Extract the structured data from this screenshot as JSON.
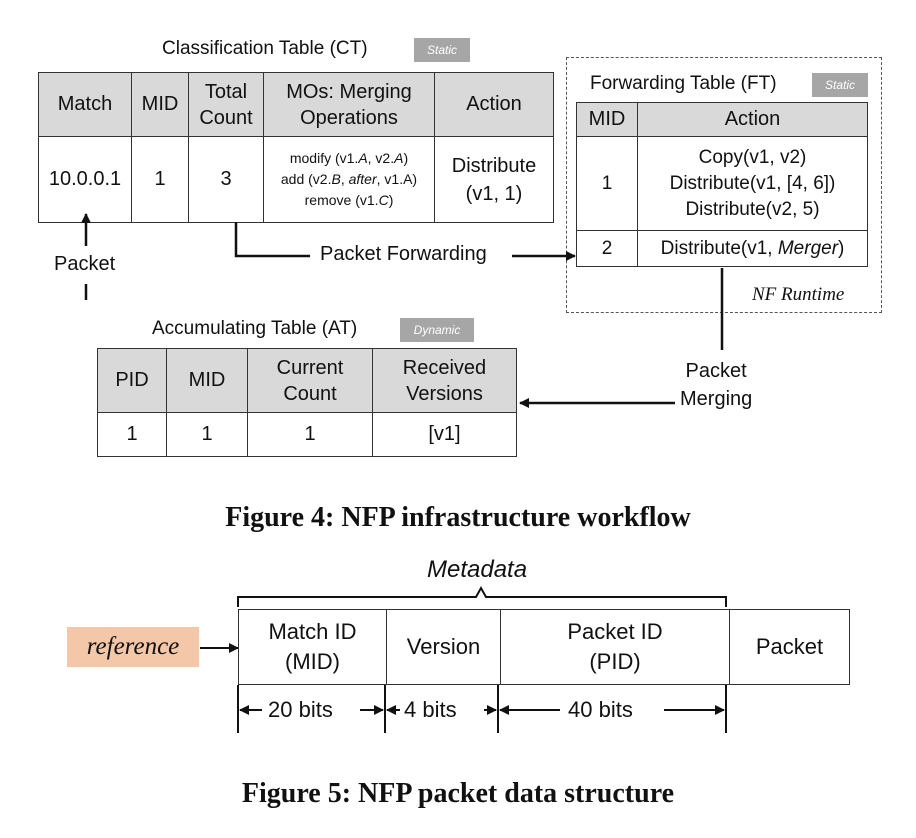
{
  "ct": {
    "title": "Classification Table (CT)",
    "badge": "Static",
    "headers": [
      "Match",
      "MID",
      "Total Count",
      "MOs: Merging Operations",
      "Action"
    ],
    "row": {
      "match": "10.0.0.1",
      "mid": "1",
      "total": "3",
      "mos_line1_a": "modify (v1.",
      "mos_line1_b": "A",
      "mos_line1_c": ", v2.",
      "mos_line1_d": "A",
      "mos_line1_e": ")",
      "mos_line2_a": "add (v2.",
      "mos_line2_b": "B",
      "mos_line2_c": ", ",
      "mos_line2_d": "after",
      "mos_line2_e": ", v1.A)",
      "mos_line3_a": "remove (v1.",
      "mos_line3_b": "C",
      "mos_line3_c": ")",
      "action_l1": "Distribute",
      "action_l2": "(v1, 1)"
    }
  },
  "ft": {
    "title": "Forwarding Table (FT)",
    "badge": "Static",
    "headers": [
      "MID",
      "Action"
    ],
    "rows": [
      {
        "mid": "1",
        "a1": "Copy(v1, v2)",
        "a2": "Distribute(v1, [4, 6])",
        "a3": "Distribute(v2, 5)"
      },
      {
        "mid": "2",
        "a1": "Distribute(v1, ",
        "a1_it": "Merger",
        "a1_end": ")"
      }
    ],
    "runtime_label": "NF Runtime"
  },
  "at": {
    "title": "Accumulating Table (AT)",
    "badge": "Dynamic",
    "headers": [
      "PID",
      "MID",
      "Current Count",
      "Received Versions"
    ],
    "row": {
      "pid": "1",
      "mid": "1",
      "count": "1",
      "versions": "[v1]"
    }
  },
  "labels": {
    "packet": "Packet",
    "packet_forwarding": "Packet Forwarding",
    "packet_merging_l1": "Packet",
    "packet_merging_l2": "Merging"
  },
  "fig4_caption": "Figure 4: NFP infrastructure workflow",
  "fig5": {
    "metadata_label": "Metadata",
    "reference_label": "reference",
    "fields": [
      {
        "l1": "Match ID",
        "l2": "(MID)"
      },
      {
        "l1": "Version",
        "l2": ""
      },
      {
        "l1": "Packet ID",
        "l2": "(PID)"
      },
      {
        "l1": "Packet",
        "l2": ""
      }
    ],
    "bits": [
      "20 bits",
      "4 bits",
      "40 bits"
    ],
    "colors": {
      "reference_bg": "#f4c7a8",
      "header_bg": "#d9d9d9",
      "badge_bg": "#a6a6a6"
    }
  },
  "fig5_caption": "Figure 5: NFP packet data structure"
}
